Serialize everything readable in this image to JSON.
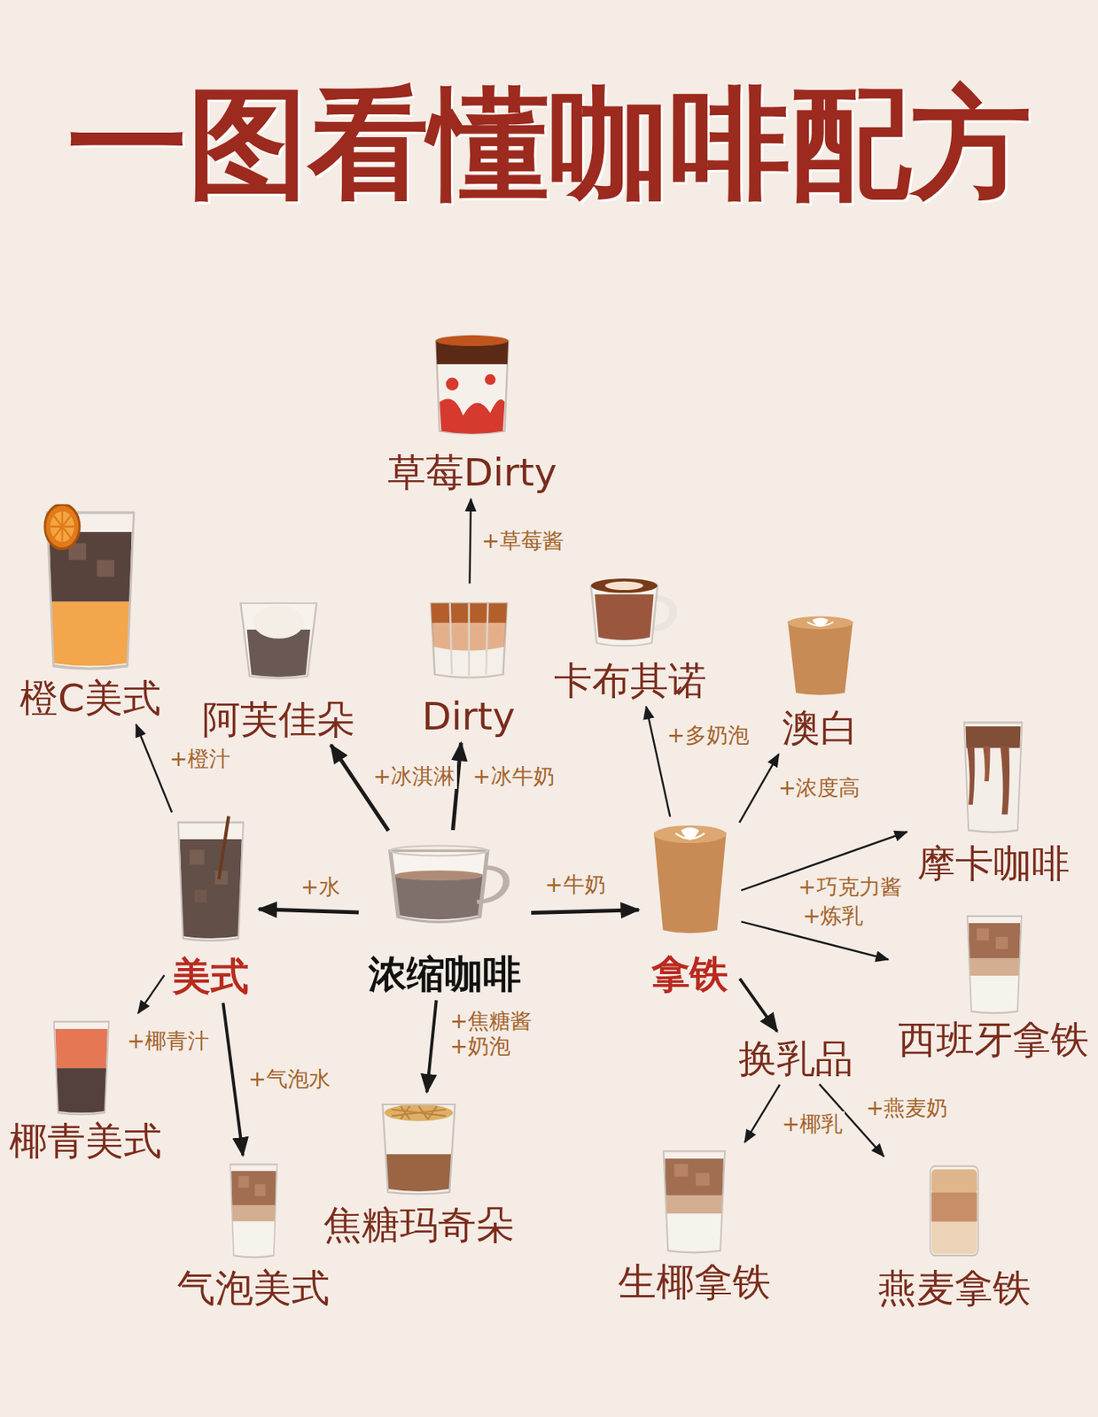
{
  "diagram": {
    "title": "一图看懂咖啡配方",
    "nodes": [
      {
        "text": [
          "草莓Dirty"
        ]
      },
      {
        "text": [
          "橙C美式"
        ]
      },
      {
        "text": [
          "阿芙佳朵"
        ]
      },
      {
        "text": [
          "Dirty"
        ]
      },
      {
        "text": [
          "卡布其诺"
        ]
      },
      {
        "text": [
          "澳白"
        ]
      },
      {
        "text": [
          "摩卡咖啡"
        ]
      },
      {
        "text": [
          "美式"
        ]
      },
      {
        "text": [
          "浓缩咖啡"
        ]
      },
      {
        "text": [
          "拿铁"
        ]
      },
      {
        "text": [
          "西班牙拿铁"
        ]
      },
      {
        "text": [
          "换乳品"
        ]
      },
      {
        "text": [
          "椰青美式"
        ]
      },
      {
        "text": [
          "焦糖玛奇朵"
        ]
      },
      {
        "text": [
          "气泡美式"
        ]
      },
      {
        "text": [
          "生椰拿铁"
        ]
      },
      {
        "text": [
          "燕麦拿铁"
        ]
      }
    ],
    "edges": [
      {
        "from": 8,
        "to": 7,
        "label": "+水",
        "arrow": "to"
      },
      {
        "from": 8,
        "to": 9,
        "label": "+牛奶",
        "arrow": "to"
      },
      {
        "from": 8,
        "to": 2,
        "label": "+冰淇淋",
        "arrow": "to"
      },
      {
        "from": 8,
        "to": 3,
        "label": "+冰牛奶",
        "arrow": "to"
      },
      {
        "from": 3,
        "to": 0,
        "label": "+草莓酱",
        "arrow": "to"
      },
      {
        "from": 8,
        "to": 13,
        "label": "+焦糖酱 +奶泡",
        "arrow": "to"
      },
      {
        "from": 7,
        "to": 1,
        "label": "+橙汁",
        "arrow": "to"
      },
      {
        "from": 7,
        "to": 12,
        "label": "+椰青汁",
        "arrow": "to"
      },
      {
        "from": 7,
        "to": 14,
        "label": "+气泡水",
        "arrow": "to"
      },
      {
        "from": 9,
        "to": 4,
        "label": "+多奶泡",
        "arrow": "to"
      },
      {
        "from": 9,
        "to": 5,
        "label": "+浓度高",
        "arrow": "to"
      },
      {
        "from": 9,
        "to": 6,
        "label": "+巧克力酱",
        "arrow": "to"
      },
      {
        "from": 9,
        "to": 10,
        "label": "+炼乳",
        "arrow": "to"
      },
      {
        "from": 9,
        "to": 11,
        "arrow": "to"
      },
      {
        "from": 11,
        "to": 15,
        "label": "+椰乳",
        "arrow": "to"
      },
      {
        "from": 11,
        "to": 16,
        "label": "+燕麦奶",
        "arrow": "to"
      }
    ]
  }
}
